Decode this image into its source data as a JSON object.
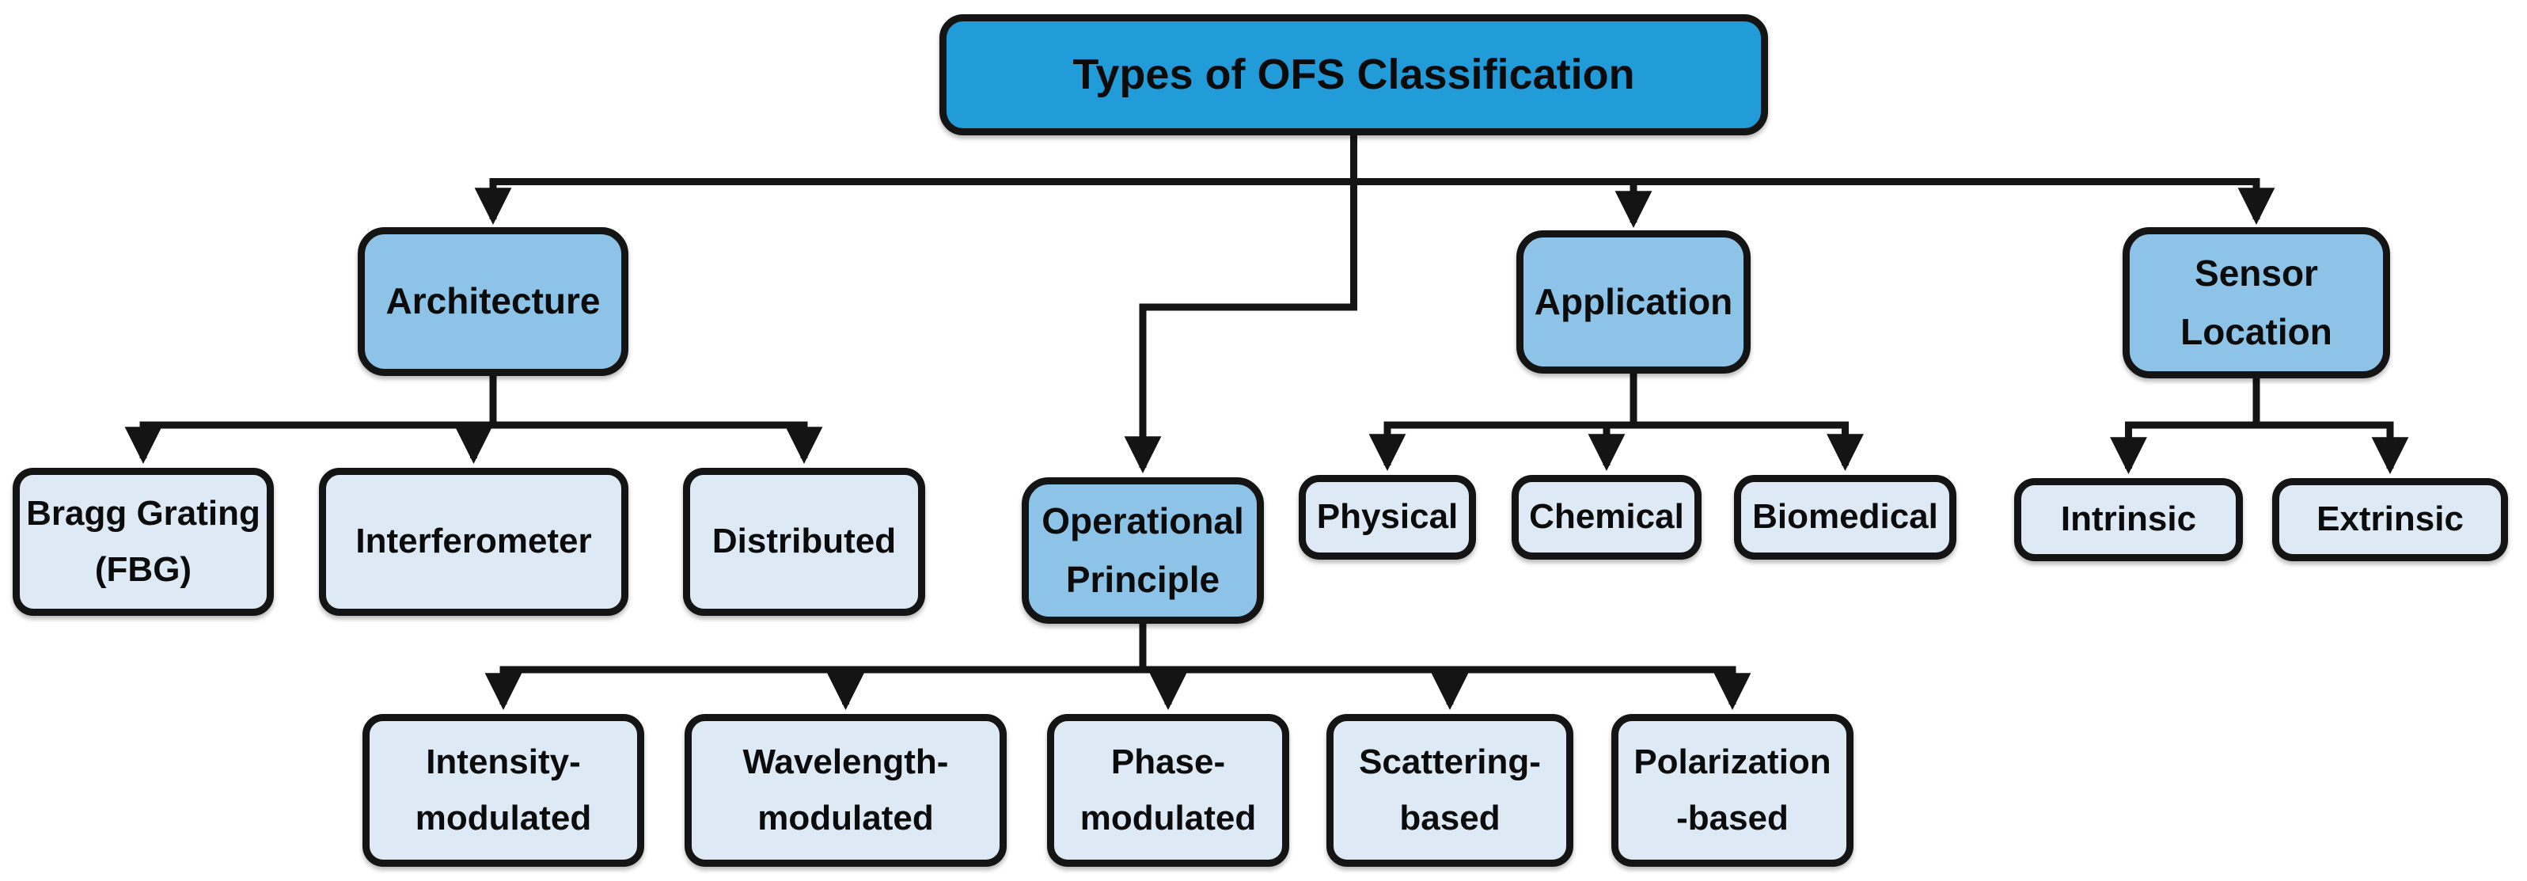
{
  "diagram": {
    "title": "Types of OFS Classification",
    "colors": {
      "root_fill": "#219CD8",
      "branch_fill": "#8CC3E6",
      "leaf_fill": "#DDEAF6",
      "border": "#141414",
      "connector": "#141414"
    },
    "nodes": {
      "root": {
        "label": "Types of OFS Classification"
      },
      "architecture": {
        "label": "Architecture"
      },
      "application": {
        "label": "Application"
      },
      "sensor_location": {
        "label": "Sensor\nLocation"
      },
      "operational_principle": {
        "label": "Operational\nPrinciple"
      },
      "bragg_grating": {
        "label": "Bragg Grating\n(FBG)"
      },
      "interferometer": {
        "label": "Interferometer"
      },
      "distributed": {
        "label": "Distributed"
      },
      "physical": {
        "label": "Physical"
      },
      "chemical": {
        "label": "Chemical"
      },
      "biomedical": {
        "label": "Biomedical"
      },
      "intrinsic": {
        "label": "Intrinsic"
      },
      "extrinsic": {
        "label": "Extrinsic"
      },
      "intensity_modulated": {
        "label": "Intensity-\nmodulated"
      },
      "wavelength_modulated": {
        "label": "Wavelength-\nmodulated"
      },
      "phase_modulated": {
        "label": "Phase-\nmodulated"
      },
      "scattering_based": {
        "label": "Scattering-\nbased"
      },
      "polarization_based": {
        "label": "Polarization\n-based"
      }
    },
    "edges": [
      [
        "root",
        "architecture"
      ],
      [
        "root",
        "application"
      ],
      [
        "root",
        "sensor_location"
      ],
      [
        "root",
        "operational_principle"
      ],
      [
        "architecture",
        "bragg_grating"
      ],
      [
        "architecture",
        "interferometer"
      ],
      [
        "architecture",
        "distributed"
      ],
      [
        "application",
        "physical"
      ],
      [
        "application",
        "chemical"
      ],
      [
        "application",
        "biomedical"
      ],
      [
        "sensor_location",
        "intrinsic"
      ],
      [
        "sensor_location",
        "extrinsic"
      ],
      [
        "operational_principle",
        "intensity_modulated"
      ],
      [
        "operational_principle",
        "wavelength_modulated"
      ],
      [
        "operational_principle",
        "phase_modulated"
      ],
      [
        "operational_principle",
        "scattering_based"
      ],
      [
        "operational_principle",
        "polarization_based"
      ]
    ]
  }
}
